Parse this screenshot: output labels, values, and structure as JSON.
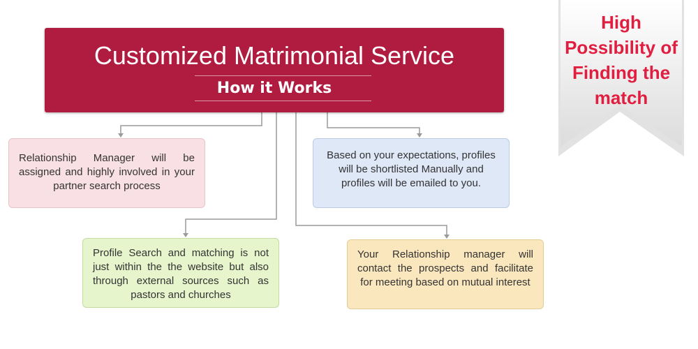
{
  "title": "Customized Matrimonial Service",
  "subtitle": "How it Works",
  "steps": [
    {
      "text": "Relationship Manager will be assigned and highly involved in your partner search process",
      "color": "#f9e0e4"
    },
    {
      "text": "Based on your expectations, profiles will be shortlisted Manually and profiles will be emailed to you.",
      "color": "#dfe8f7"
    },
    {
      "text": "Profile Search and matching is not just within the the website but also through external sources such as pastors and churches",
      "color": "#e6f5cc"
    },
    {
      "text": "Your Relationship manager will contact the prospects and facilitate for meeting based on mutual interest",
      "color": "#fbe7bd"
    }
  ],
  "ribbon": {
    "text": "High Possibility of Finding the match",
    "color": "#e11e3f"
  },
  "colors": {
    "title_bg": "#b01c40",
    "connector": "#9a9a9a"
  }
}
